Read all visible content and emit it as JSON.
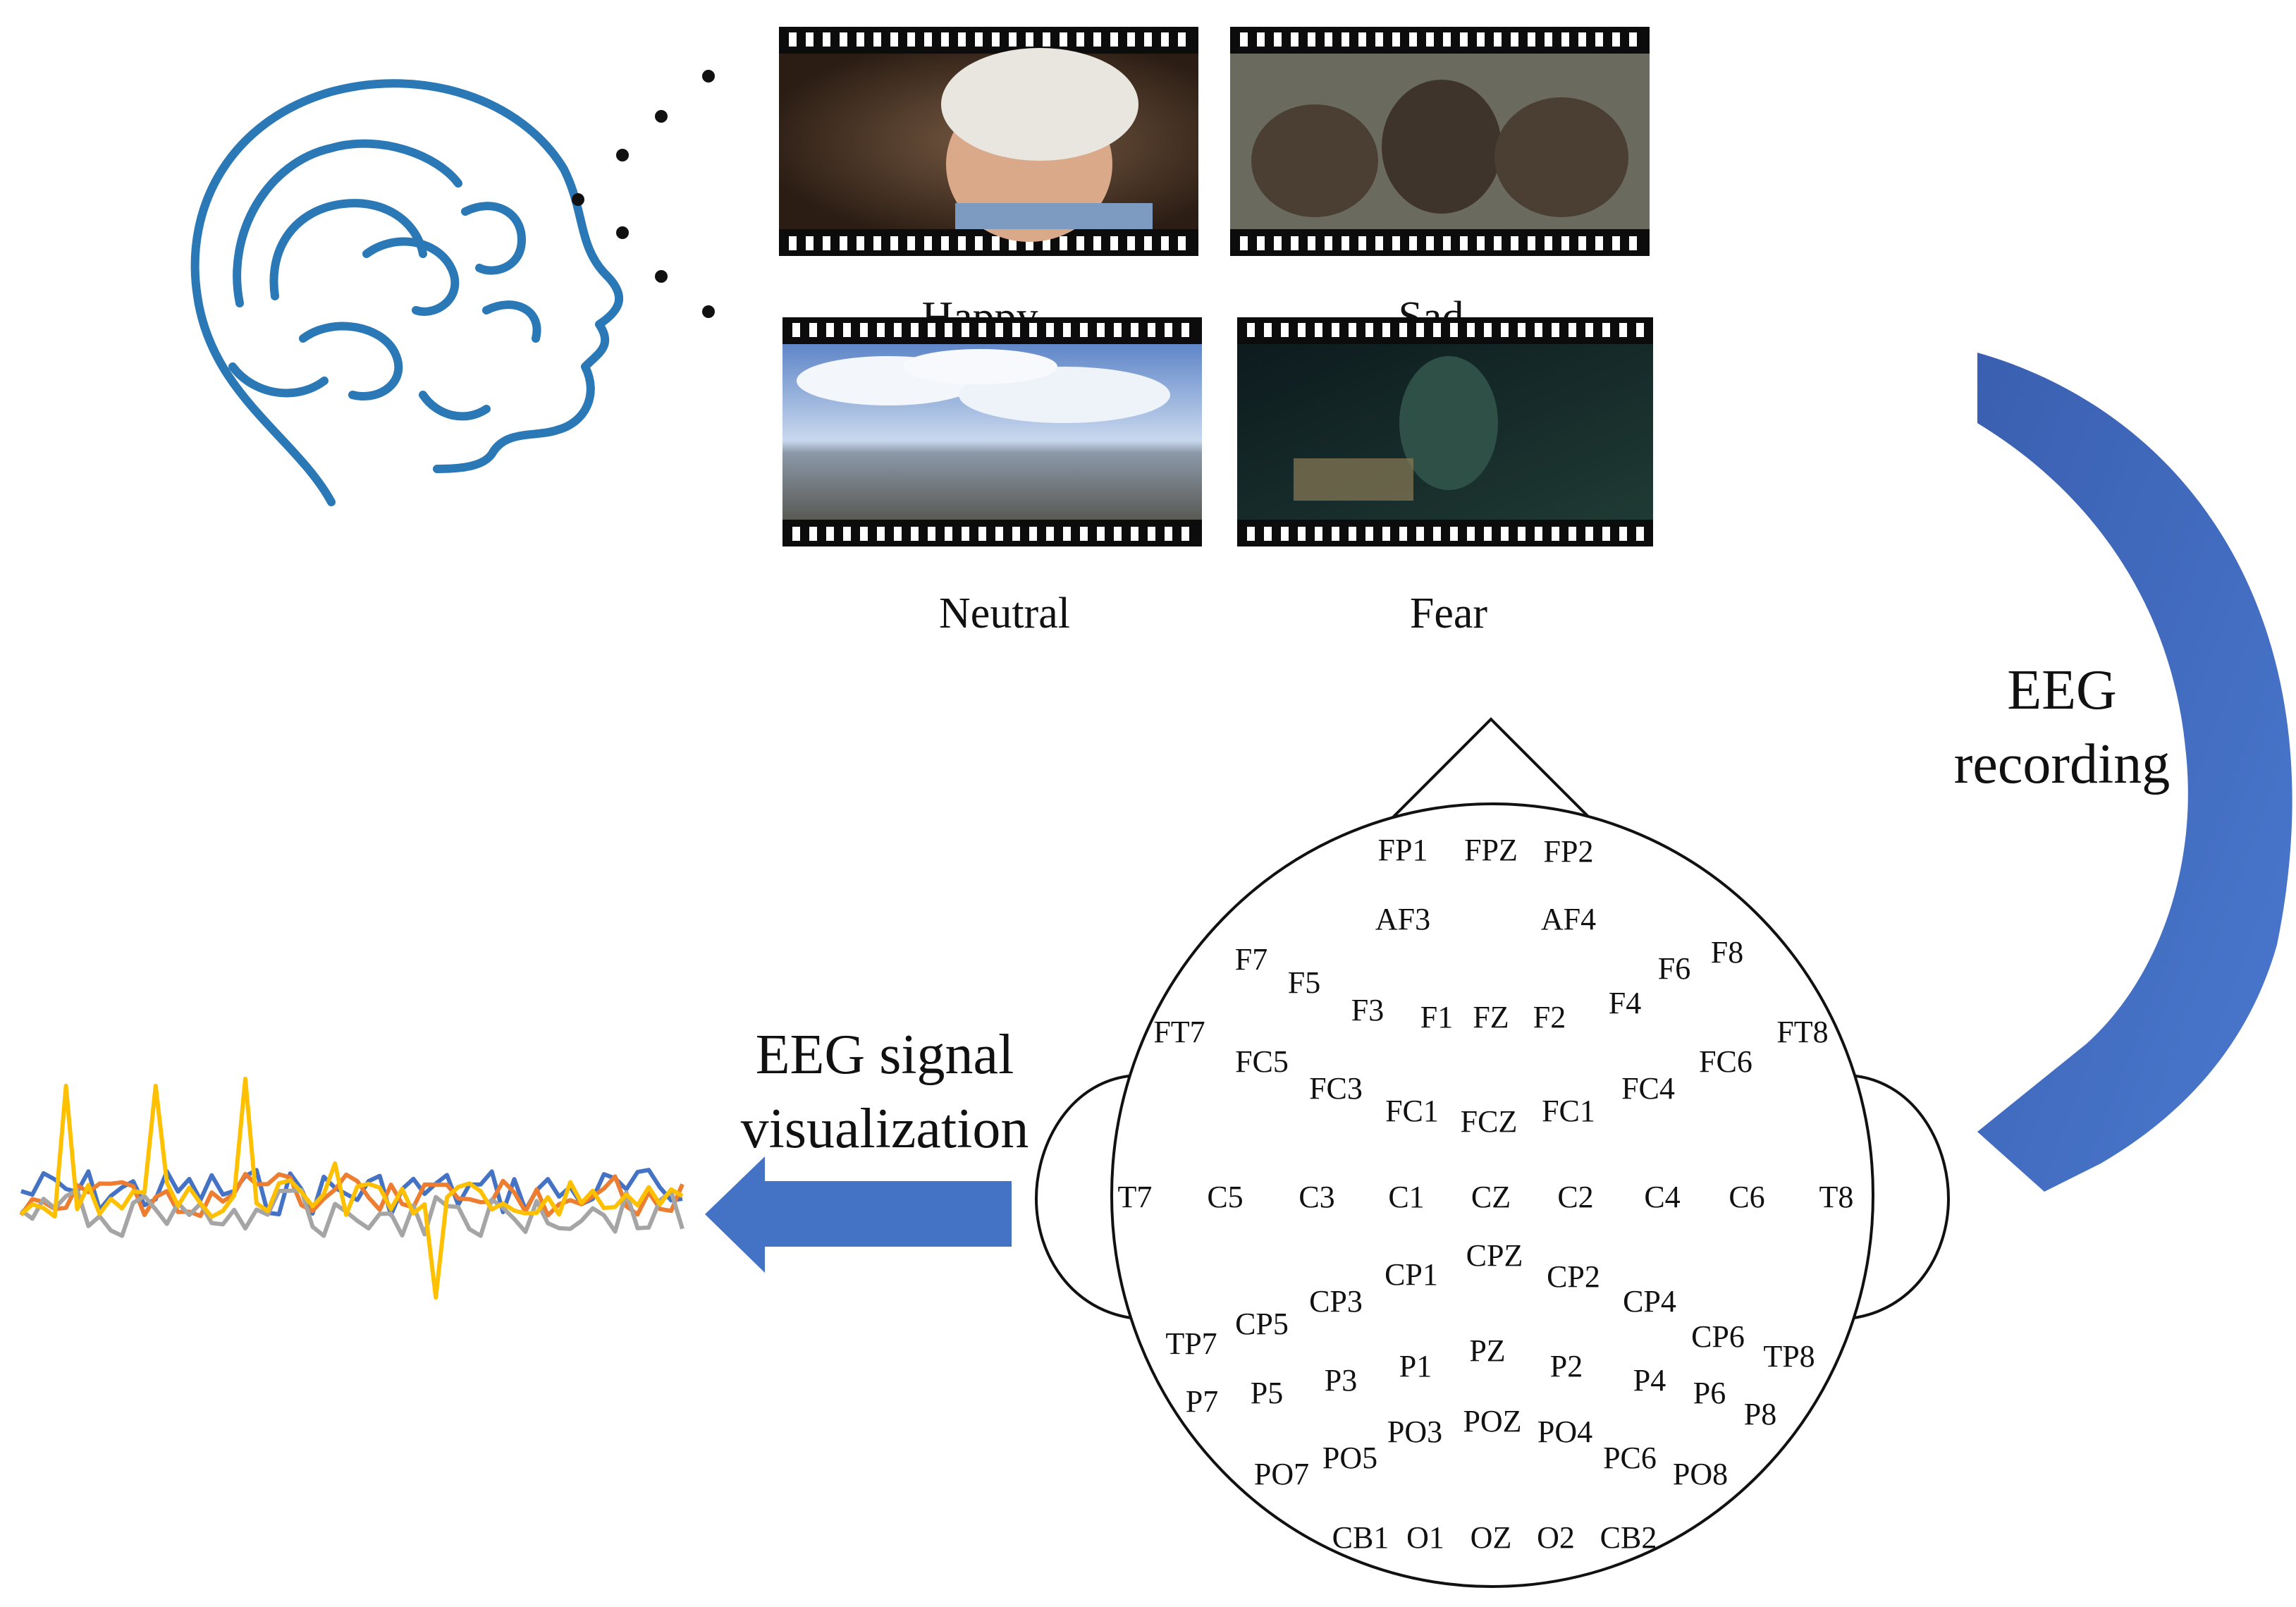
{
  "stimuli": {
    "clips": [
      {
        "label": "Happy"
      },
      {
        "label": "Sad"
      },
      {
        "label": "Neutral"
      },
      {
        "label": "Fear"
      }
    ]
  },
  "process": {
    "recording_line1": "EEG",
    "recording_line2": "recording",
    "visual_line1": "EEG signal",
    "visual_line2": "visualization"
  },
  "electrodes": [
    "FP1",
    "FPZ",
    "FP2",
    "AF3",
    "AF4",
    "F7",
    "F5",
    "F3",
    "F1",
    "FZ",
    "F2",
    "F4",
    "F6",
    "F8",
    "FT7",
    "FC5",
    "FC3",
    "FC1",
    "FCZ",
    "FC1",
    "FC4",
    "FC6",
    "FT8",
    "T7",
    "C5",
    "C3",
    "C1",
    "CZ",
    "C2",
    "C4",
    "C6",
    "T8",
    "CP1",
    "CPZ",
    "CP2",
    "CP3",
    "CP4",
    "CP5",
    "CP6",
    "TP7",
    "TP8",
    "P1",
    "PZ",
    "P2",
    "P3",
    "P4",
    "P5",
    "P6",
    "P7",
    "P8",
    "PO3",
    "POZ",
    "PO4",
    "PO5",
    "PC6",
    "PO7",
    "PO8",
    "CB1",
    "O1",
    "OZ",
    "O2",
    "CB2"
  ],
  "colors": {
    "head_outline": "#2a78b5",
    "arrow": "#4472c4",
    "series": [
      "#4472c4",
      "#ed7d31",
      "#a5a5a5",
      "#ffc000"
    ]
  }
}
